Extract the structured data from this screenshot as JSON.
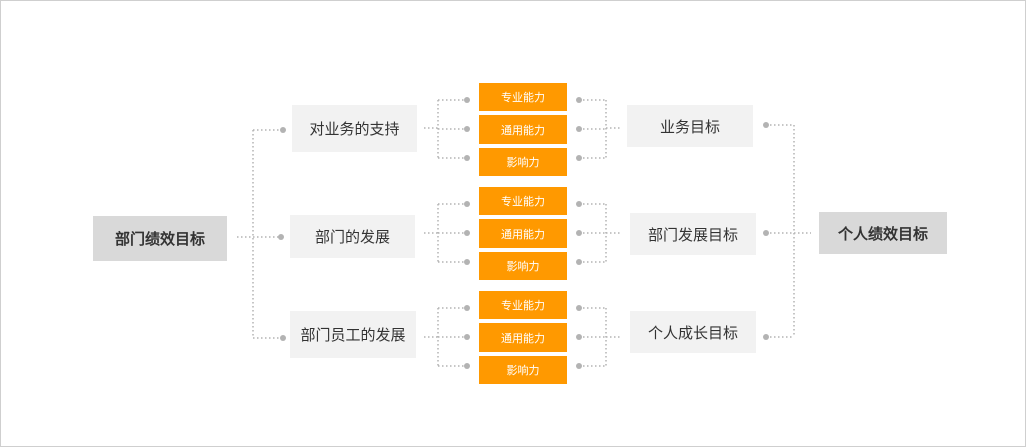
{
  "left_root": {
    "label": "部门绩效目标"
  },
  "left_branches": [
    {
      "label": "对业务的支持",
      "capabilities": [
        "专业能力",
        "通用能力",
        "影响力"
      ]
    },
    {
      "label": "部门的发展",
      "capabilities": [
        "专业能力",
        "通用能力",
        "影响力"
      ]
    },
    {
      "label": "部门员工的发展",
      "capabilities": [
        "专业能力",
        "通用能力",
        "影响力"
      ]
    }
  ],
  "right_branches": [
    {
      "label": "业务目标"
    },
    {
      "label": "部门发展目标"
    },
    {
      "label": "个人成长目标"
    }
  ],
  "right_root": {
    "label": "个人绩效目标"
  },
  "colors": {
    "accent": "#ff9900",
    "node_light": "#f2f2f2",
    "node_dark": "#d9d9d9",
    "connector": "#b3b3b3",
    "text": "#333333"
  }
}
